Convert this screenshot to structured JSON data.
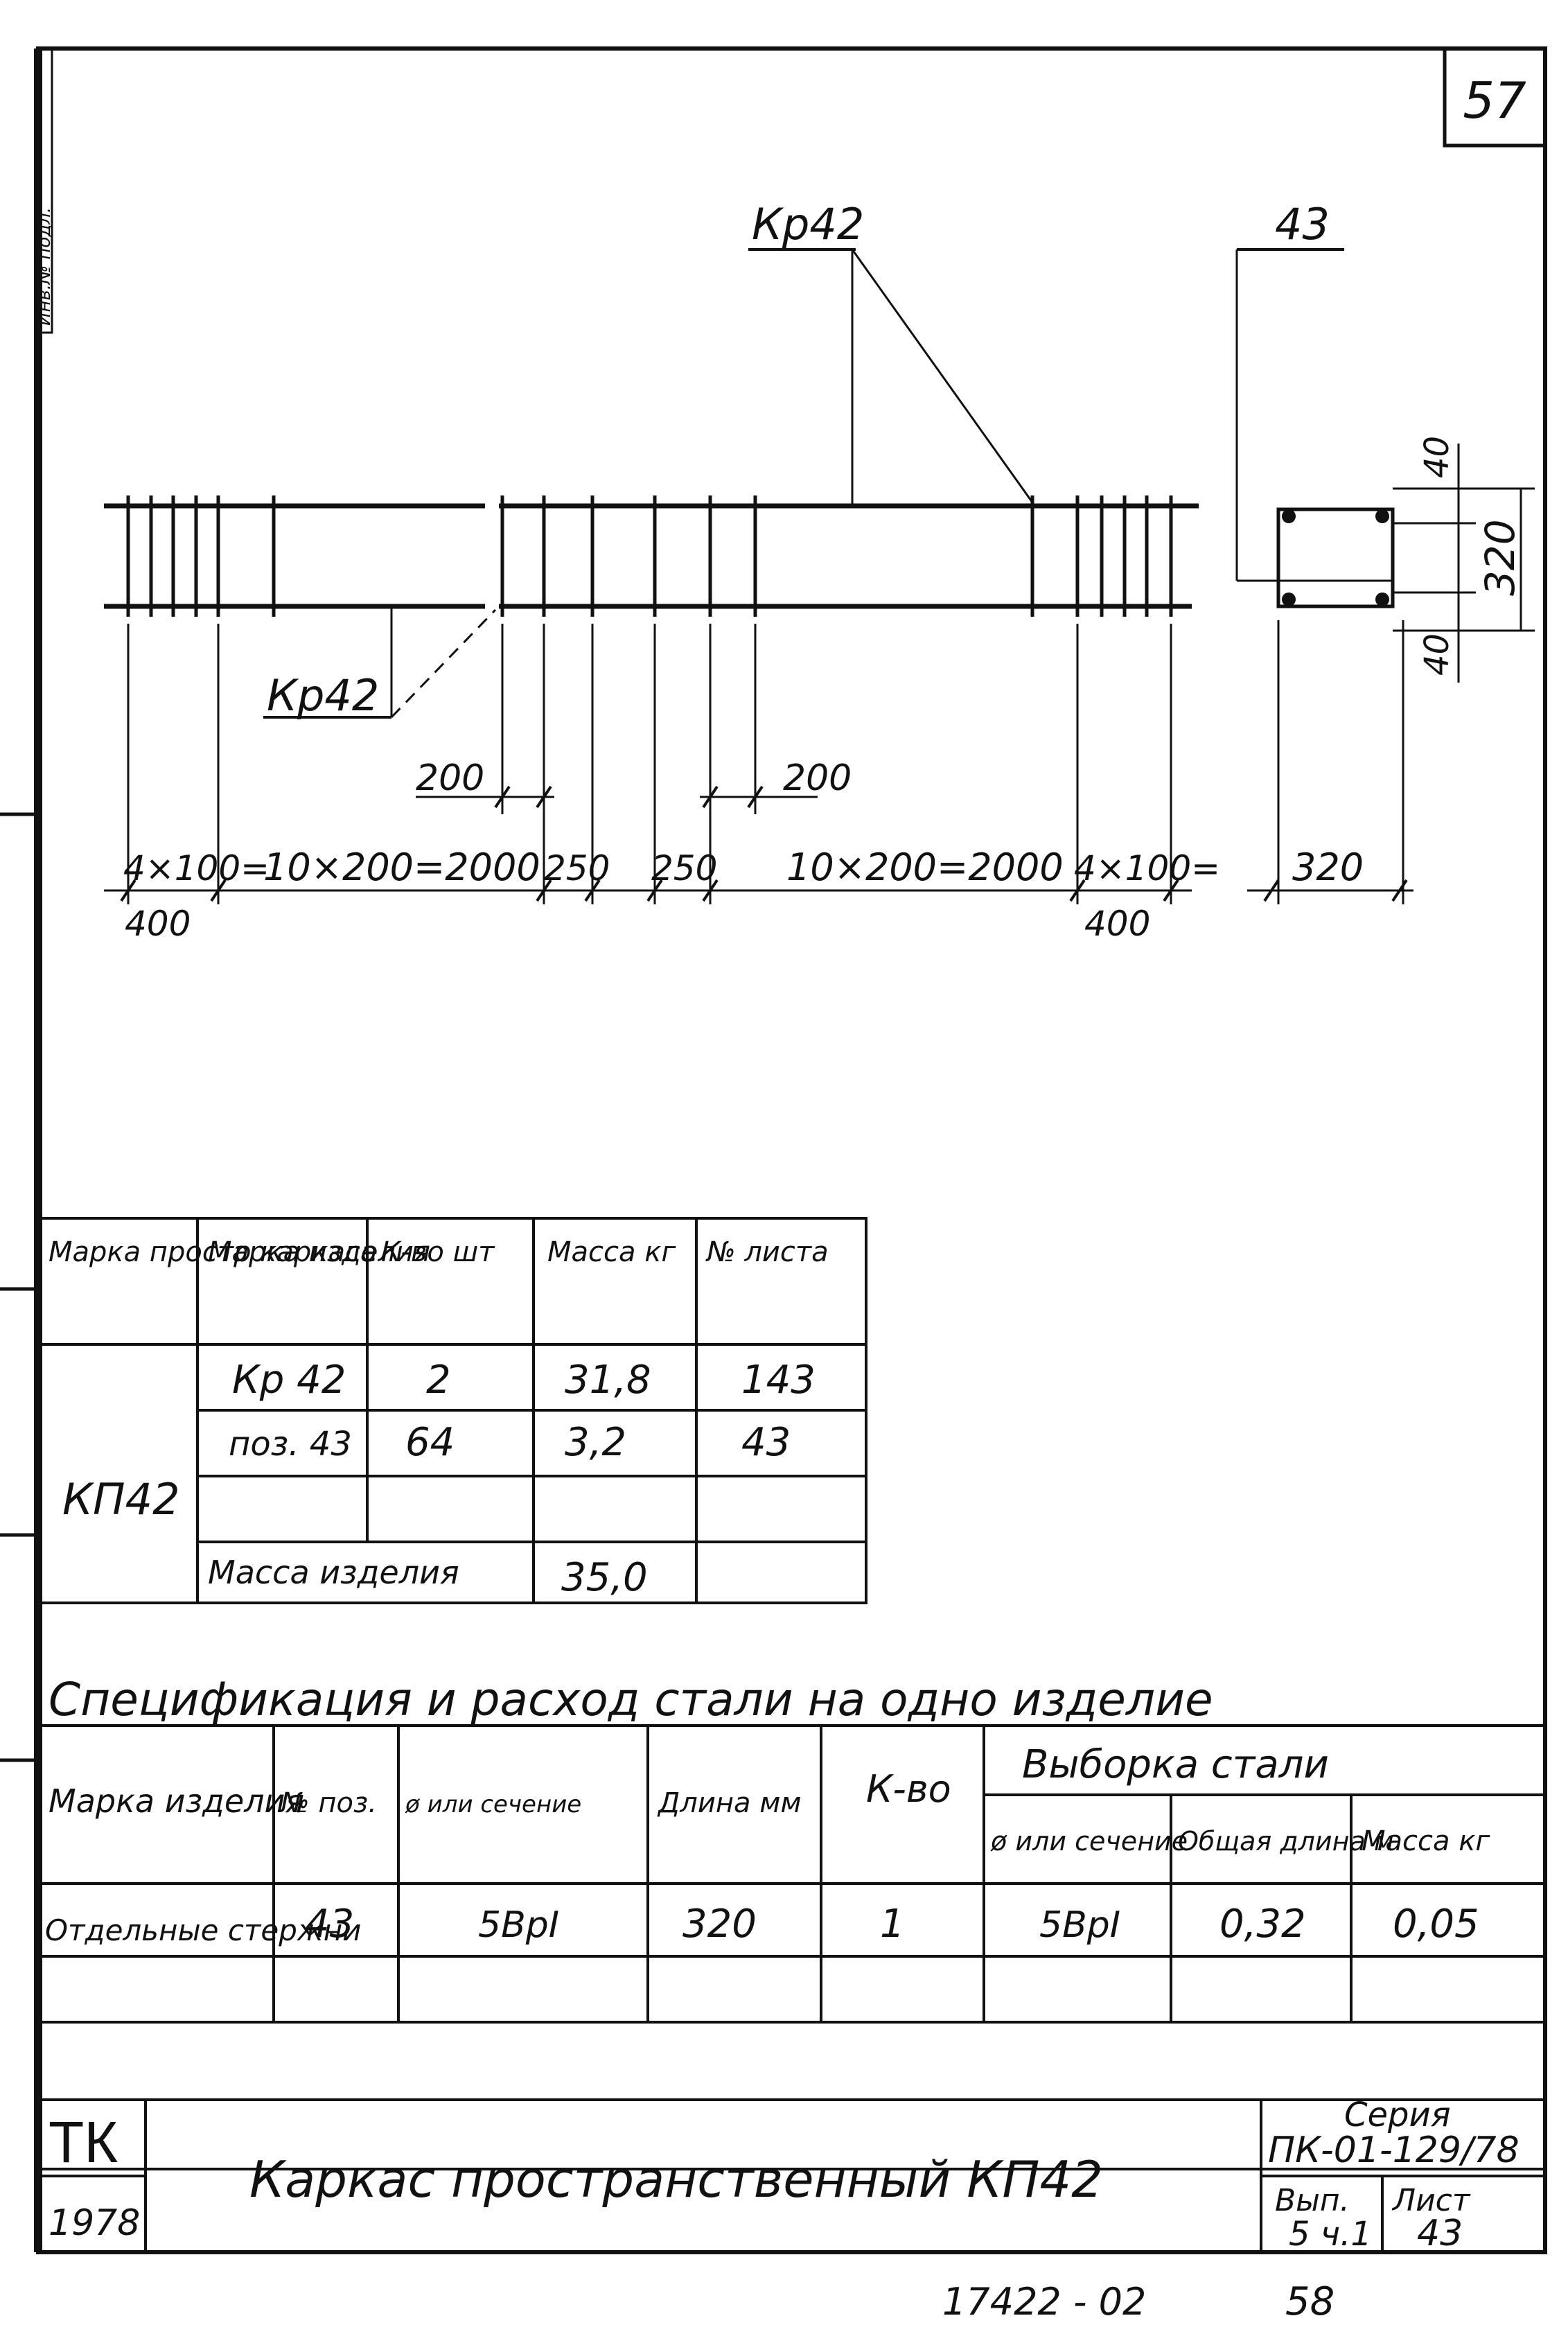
{
  "sheet_corner_number": "57",
  "left_margin_label": "Инв.№ подл.",
  "drawing": {
    "label_kr42_top": "Кр42",
    "label_kr42_left": "Кр42",
    "label_pos43": "43",
    "dim_200_left": "200",
    "dim_200_right": "200",
    "dim_left_group": "4×100=",
    "dim_left_group_total": "400",
    "dim_left_span": "10×200=2000",
    "dim_250_left": "250",
    "dim_250_right": "250",
    "dim_right_span": "10×200=2000",
    "dim_right_group": "4×100=",
    "dim_right_group_total": "400",
    "section_top_40": "40",
    "section_bottom_40": "40",
    "section_height": "320",
    "section_width": "320"
  },
  "assembly_table": {
    "headers": [
      "Марка простр каркаса",
      "Марка изделия",
      "К-во шт",
      "Масса кг",
      "№ листа"
    ],
    "frame_mark": "КП42",
    "rows": [
      {
        "item": "Кр 42",
        "qty": "2",
        "mass": "31,8",
        "sheet": "143"
      },
      {
        "item": "поз. 43",
        "qty": "64",
        "mass": "3,2",
        "sheet": "43"
      }
    ],
    "total_label": "Масса изделия",
    "total_mass": "35,0"
  },
  "spec_title": "Спецификация и расход стали на одно изделие",
  "spec_table": {
    "headers": {
      "mark": "Марка изделия",
      "pos": "№ поз.",
      "section": "ø или сечение",
      "length": "Длина мм",
      "qty": "К-во",
      "steel": "Выборка стали",
      "steel_section": "ø или сечение",
      "steel_length": "Общая длина м",
      "steel_mass": "Масса кг"
    },
    "row": {
      "mark": "Отдельные стержни",
      "pos": "43",
      "section": "5ВрI",
      "length": "320",
      "qty": "1",
      "steel_section": "5ВрI",
      "steel_length": "0,32",
      "steel_mass": "0,05"
    }
  },
  "title_block": {
    "org": "ТК",
    "year": "1978",
    "title": "Каркас пространственный КП42",
    "series_label": "Серия",
    "series": "ПК-01-129/78",
    "issue_label": "Вып.",
    "issue": "5 ч.1",
    "sheet_label": "Лист",
    "sheet": "43"
  },
  "footer_code": "17422 - 02",
  "footer_page": "58"
}
